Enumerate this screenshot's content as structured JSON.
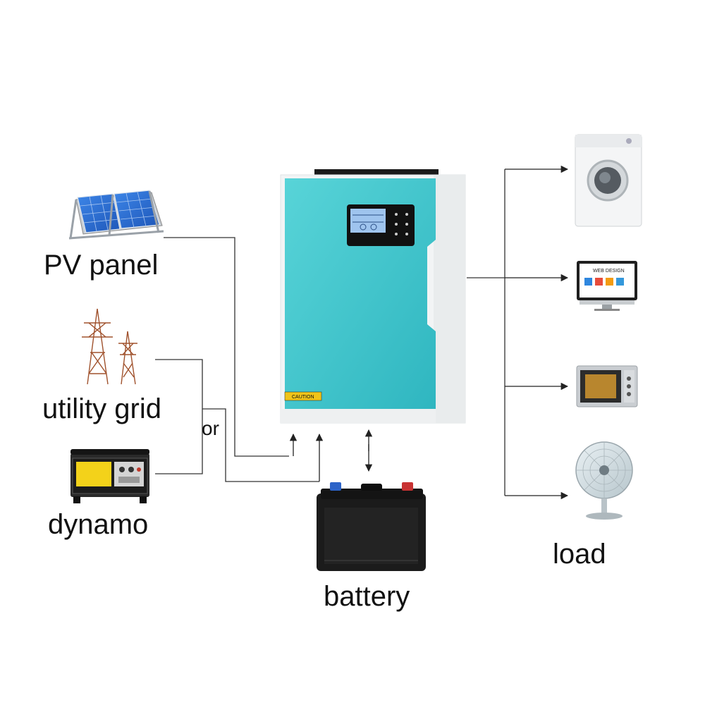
{
  "sources": {
    "pv_label": "PV panel",
    "grid_label": "utility grid",
    "or_label": "or",
    "dynamo_label": "dynamo"
  },
  "inverter": {
    "caution_text": "CAUTION",
    "body_color": "#3cc4cc",
    "frame_color": "#f2f4f5"
  },
  "battery": {
    "label": "battery"
  },
  "loads": {
    "label": "load",
    "monitor_text": "WEB DESIGN",
    "items": [
      "washing-machine",
      "monitor",
      "microwave",
      "fan"
    ]
  },
  "colors": {
    "line": "#333333",
    "panel_blue": "#2f6fd6",
    "generator_yellow": "#f3d21a"
  }
}
